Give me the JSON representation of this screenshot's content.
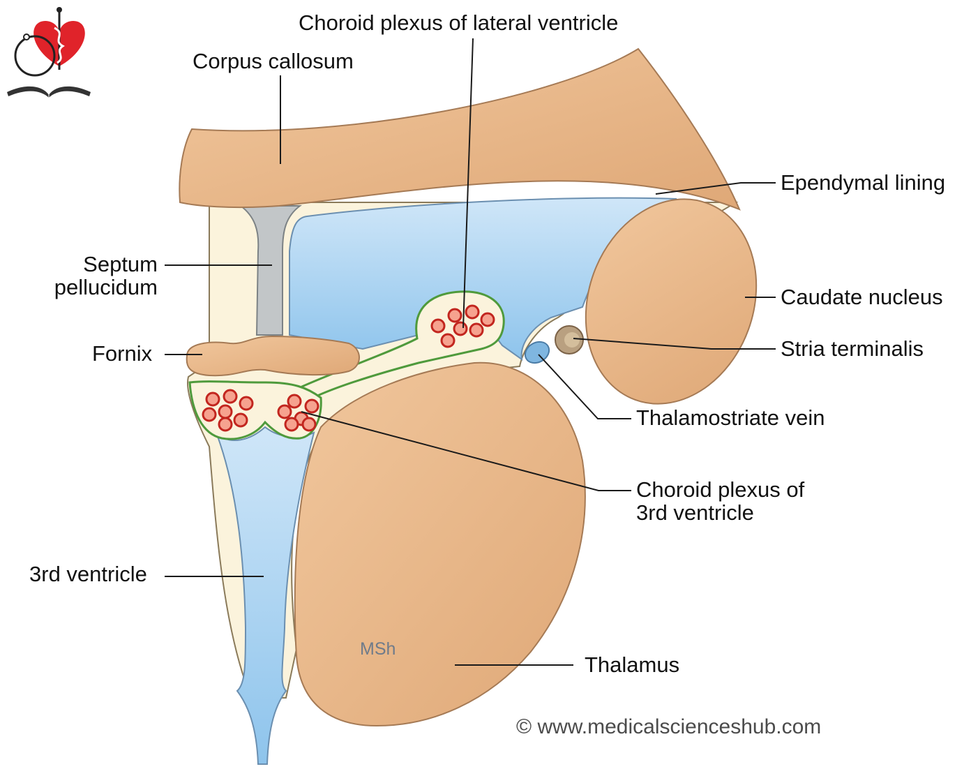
{
  "labels": {
    "choroid_lateral": "Choroid plexus of lateral ventricle",
    "corpus_callosum": "Corpus callosum",
    "ependymal": "Ependymal lining",
    "septum_line1": "Septum",
    "septum_line2": "pellucidum",
    "caudate": "Caudate nucleus",
    "fornix": "Fornix",
    "stria": "Stria terminalis",
    "thalamostriate": "Thalamostriate vein",
    "choroid_third_line1": "Choroid plexus of",
    "choroid_third_line2": "3rd ventricle",
    "third_ventricle": "3rd ventricle",
    "thalamus": "Thalamus"
  },
  "watermark": "MSh",
  "copyright": "© www.medicalscienceshub.com",
  "colors": {
    "tissue": "#e8b88c",
    "tissue_edge": "#a57a55",
    "csf": "#a9d2f0",
    "ependyma": "#fbf3dc",
    "choroid_border": "#4f9a3c",
    "vessel": "#d9352c",
    "septum": "#c2c6c8",
    "logo_red": "#e0232a"
  }
}
